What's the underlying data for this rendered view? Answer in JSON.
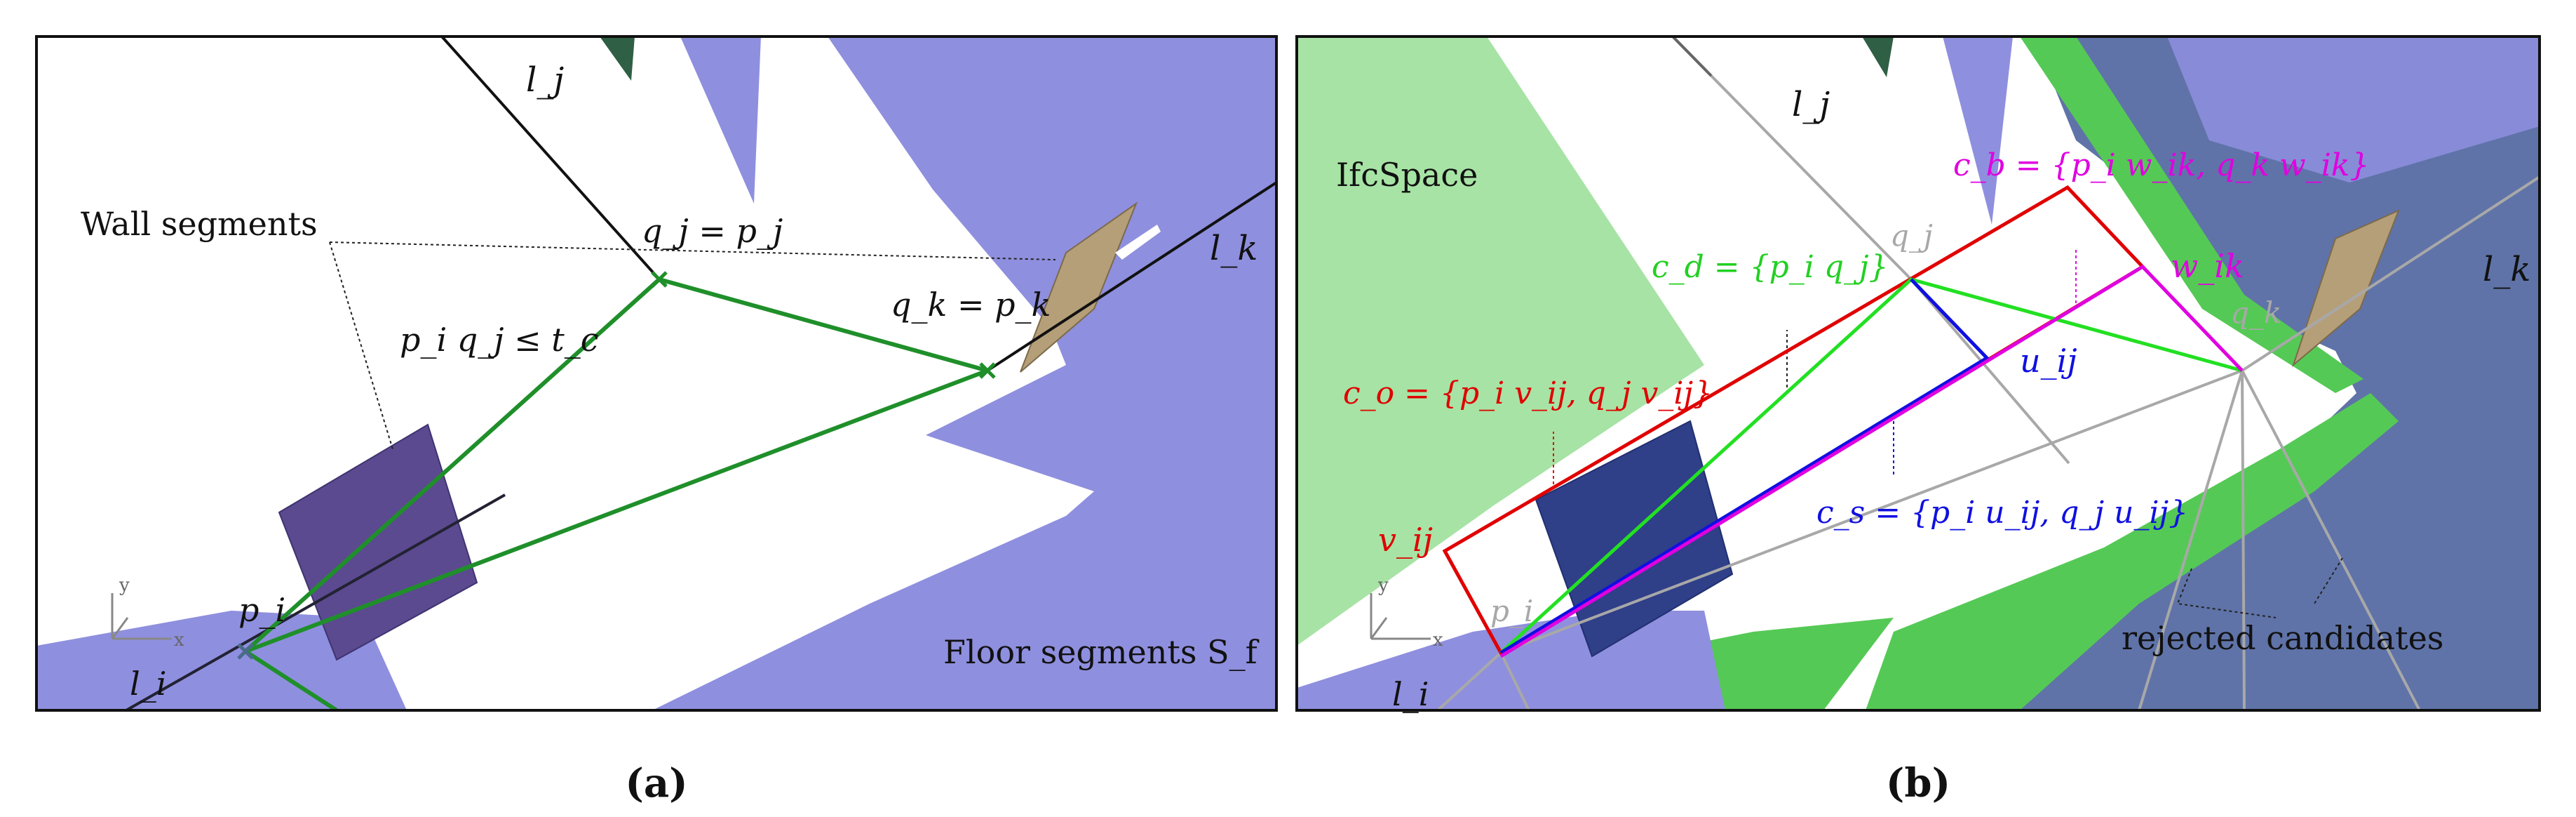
{
  "panels": {
    "a": {
      "caption": "(a)",
      "annotations": {
        "wall_segments": "Wall segments",
        "floor_segments": "Floor segments S_f",
        "constraint": "p_i q_j ≤ t_c",
        "qj_eq": "q_j = p_j",
        "qk_eq": "q_k = p_k"
      },
      "points": {
        "li": "l_i",
        "lj": "l_j",
        "lk": "l_k",
        "pi": "p_i"
      },
      "axes": {
        "x": "x",
        "y": "y"
      }
    },
    "b": {
      "caption": "(b)",
      "annotations": {
        "ifcspace": "IfcSpace",
        "rejected": "rejected candidates",
        "co": "c_o = {p_i v_ij, q_j v_ij}",
        "cd": "c_d = {p_i q_j}",
        "cb": "c_b = {p_i w_ik, q_k w_ik}",
        "cs": "c_s = {p_i u_ij, q_j u_ij}"
      },
      "points": {
        "li": "l_i",
        "lj": "l_j",
        "lk": "l_k",
        "pi": "p_i",
        "qj": "q_j",
        "qk": "q_k",
        "vij": "v_ij",
        "uij": "u_ij",
        "wik": "w_ik"
      },
      "axes": {
        "x": "x",
        "y": "y"
      }
    }
  },
  "colors": {
    "floor": "#8f8fdf",
    "white_area": "#ffffff",
    "wall": "#5b4a8f",
    "path_green": "#1f8f2a",
    "ifcspace_green": "#a7e3a5",
    "dark_blue_bg": "#5f73a8",
    "red": "#e00000",
    "bright_green": "#22e022",
    "blue": "#1010e0",
    "magenta": "#e000e0",
    "grey": "#a8a8a8"
  }
}
